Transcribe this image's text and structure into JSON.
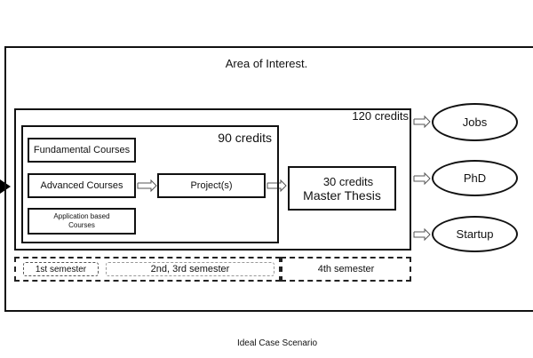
{
  "title": "Area of Interest.",
  "credits": {
    "total": "120 credits",
    "coursework": "90 credits",
    "thesis": "30 credits"
  },
  "courses": {
    "fundamental": "Fundamental Courses",
    "advanced": "Advanced Courses",
    "application_line1": "Application based",
    "application_line2": "Courses"
  },
  "project": "Project(s)",
  "thesis": "Master Thesis",
  "outcomes": [
    "Jobs",
    "PhD",
    "Startup"
  ],
  "semesters": {
    "first": "1st semester",
    "second_third": "2nd, 3rd semester",
    "fourth": "4th semester"
  },
  "caption": "Ideal Case Scenario"
}
